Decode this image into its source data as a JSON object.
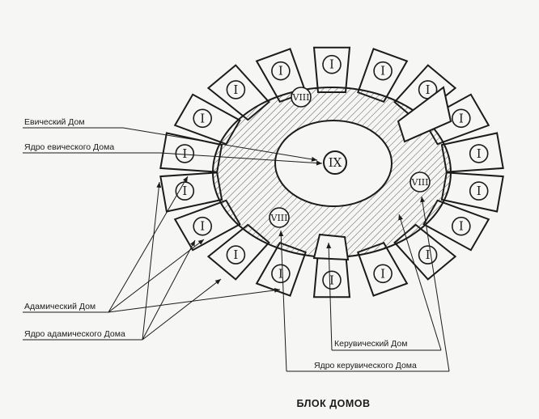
{
  "diagram": {
    "caption": "БЛОК ДОМОВ",
    "labels": {
      "eve_house": "Евический Дом",
      "eve_core": "Ядро евического Дома",
      "adam_house": "Адамический Дом",
      "adam_core": "Ядро адамического Дома",
      "cherub_house": "Керувический Дом",
      "cherub_core": "Ядро керувического Дома"
    },
    "center_numeral": "IX",
    "ring_numeral": "VIII",
    "petal_numeral": "I",
    "petal_count": 18,
    "colors": {
      "ink": "#1b1b1b",
      "paper": "#f6f6f4"
    }
  }
}
